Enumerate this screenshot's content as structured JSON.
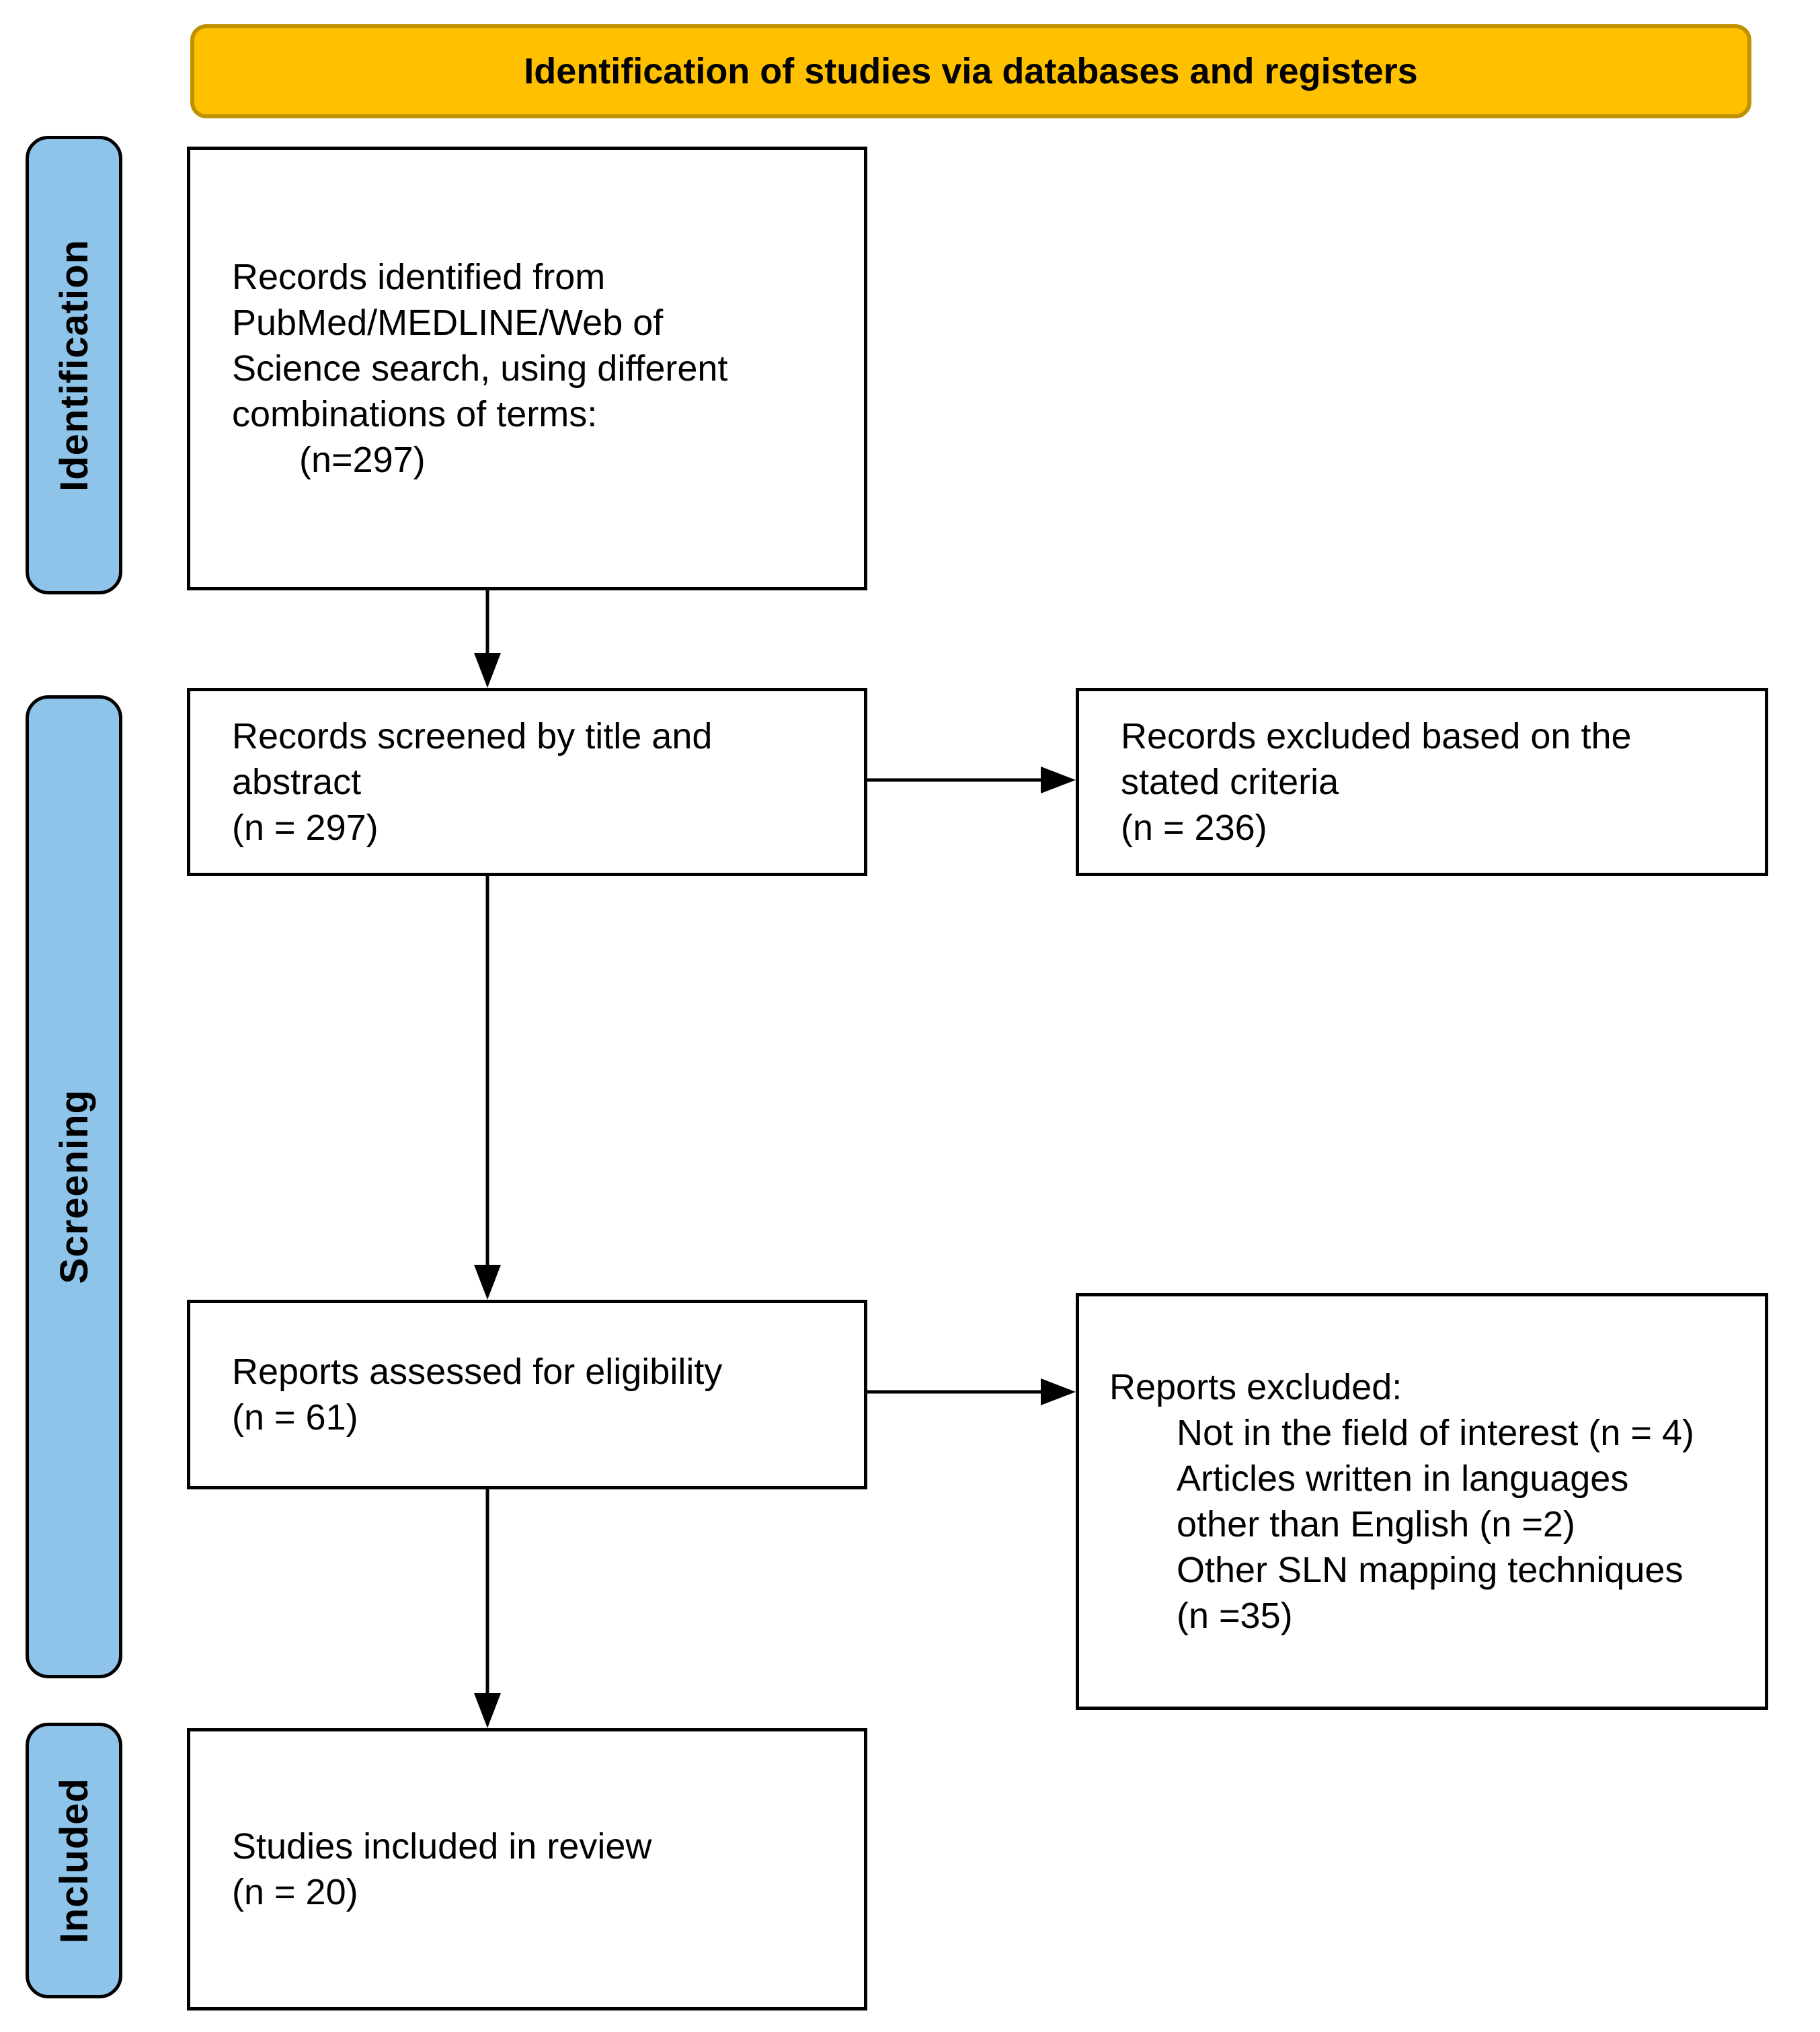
{
  "banner": {
    "title": "Identification of studies via databases and registers"
  },
  "colors": {
    "banner_fill": "#FFC000",
    "banner_border": "#BF9000",
    "stage_fill": "#8EC4E9",
    "box_border": "#000000",
    "text": "#000000"
  },
  "stages": [
    {
      "label": "Identification"
    },
    {
      "label": "Screening"
    },
    {
      "label": "Included"
    }
  ],
  "boxes": {
    "records_identified": {
      "lines": [
        "Records identified from",
        "PubMed/MEDLINE/Web of",
        "Science search, using different",
        "combinations of terms:"
      ],
      "count": "(n=297)"
    },
    "records_screened": {
      "lines": [
        "Records screened by title and",
        "abstract"
      ],
      "count": "(n = 297)"
    },
    "records_excluded": {
      "lines": [
        "Records excluded based on the",
        "stated criteria"
      ],
      "count": "(n = 236)"
    },
    "reports_assessed": {
      "lines": [
        "Reports assessed for eligibility"
      ],
      "count": "(n = 61)"
    },
    "reports_excluded": {
      "heading": "Reports excluded:",
      "reasons": [
        "Not in the field of interest (n = 4)",
        "Articles written in languages",
        "other than English (n =2)",
        "Other SLN mapping techniques",
        "(n =35)"
      ]
    },
    "studies_included": {
      "lines": [
        "Studies included in review"
      ],
      "count": "(n = 20)"
    }
  }
}
